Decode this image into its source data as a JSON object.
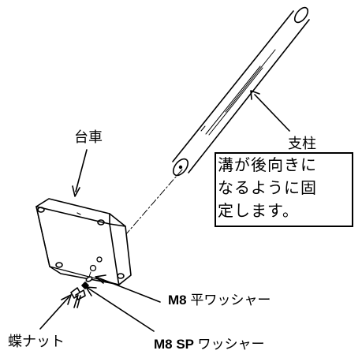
{
  "labels": {
    "cart": "台車",
    "pole": "支柱",
    "flat_washer_part": "M8",
    "flat_washer_name": "平ワッシャー",
    "sp_washer_part": "M8 SP",
    "sp_washer_name": "ワッシャー",
    "wing_nut": "蝶ナット"
  },
  "note": {
    "lines": [
      "溝が後向きに",
      "なるように固",
      "定します。"
    ]
  }
}
